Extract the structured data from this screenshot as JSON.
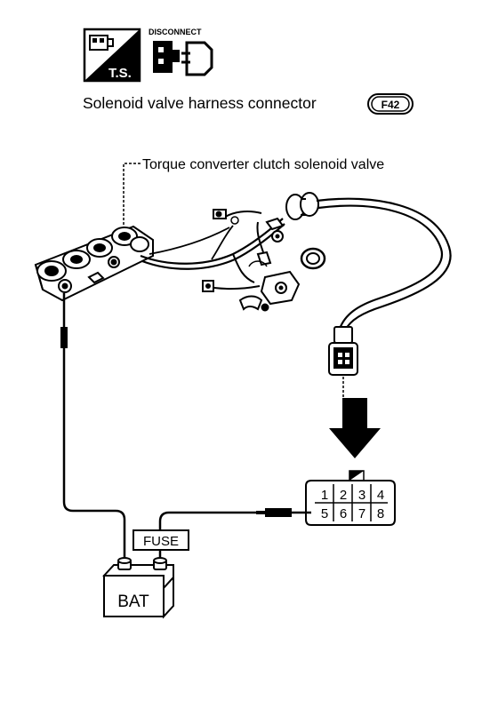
{
  "icons": {
    "ts_label": "T.S.",
    "disconnect_label": "DISCONNECT"
  },
  "title": {
    "text": "Solenoid valve harness connector",
    "connector_code": "F42"
  },
  "callout": {
    "text": "Torque converter clutch solenoid valve"
  },
  "connector": {
    "terminals_top": [
      "1",
      "2",
      "3",
      "4"
    ],
    "terminals_bottom": [
      "5",
      "6",
      "7",
      "8"
    ]
  },
  "fuse": {
    "label": "FUSE"
  },
  "battery": {
    "label": "BAT"
  }
}
